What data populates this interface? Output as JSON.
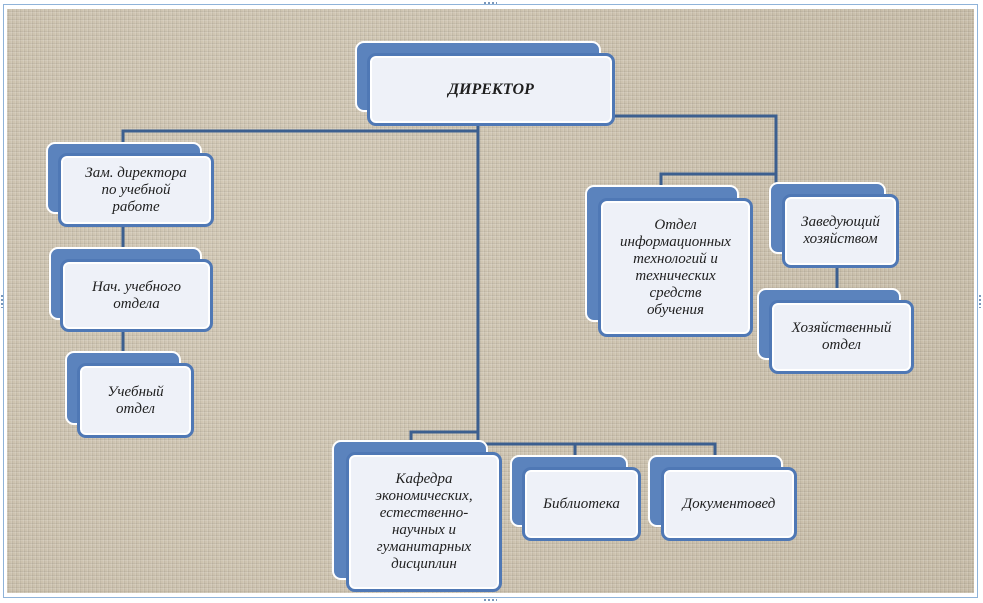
{
  "diagram": {
    "director": "ДИРЕКТОР",
    "deputy": "Зам. директора\nпо учебной\nработе",
    "head_edu_dept": "Нач. учебного\nотдела",
    "edu_dept": "Учебный\nотдел",
    "it_dept": "Отдел\nинформационных\nтехнологий и\nтехнических\nсредств\nобучения",
    "facilities_head": "Заведующий\nхозяйством",
    "facilities_dept": "Хозяйственный\nотдел",
    "department": "Кафедра\nэкономических,\nестественно-\nнаучных и\nгуманитарных\nдисциплин",
    "library": "Библиотека",
    "records_clerk": "Документовед"
  },
  "colors": {
    "box_back": "#5b83bd",
    "box_border": "#4f78b5",
    "box_fill": "#eef1f8",
    "connector": "#3c5f8f",
    "background": "#cdc2ad"
  }
}
